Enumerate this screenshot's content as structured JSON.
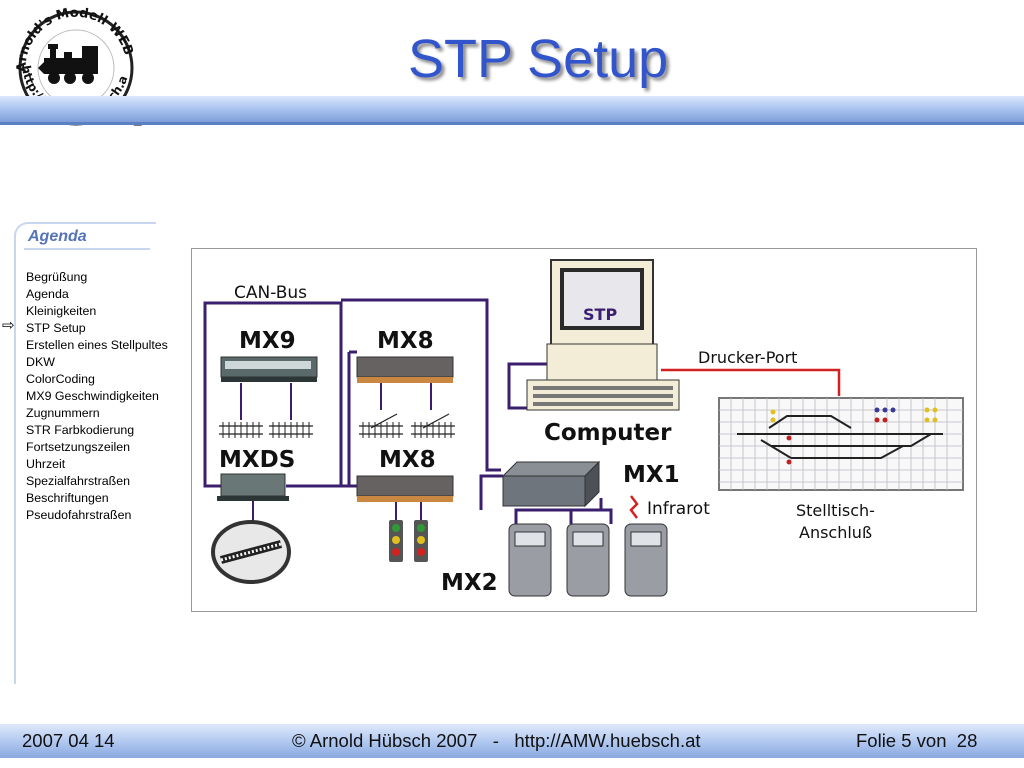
{
  "slide": {
    "title": "STP Setup"
  },
  "logo": {
    "text_top": "Arnold's Modell WEB",
    "text_bottom": "http://AMW.huebsch.at"
  },
  "agenda": {
    "heading": "Agenda",
    "current_marker": "⇨",
    "items": [
      "Begrüßung",
      "Agenda",
      "Kleinigkeiten",
      "STP Setup",
      "Erstellen eines Stellpultes",
      "DKW",
      "ColorCoding",
      "MX9 Geschwindigkeiten",
      "Zugnummern",
      "STR  Farbkodierung",
      "Fortsetzungszeilen",
      "Uhrzeit",
      "Spezialfahrstraßen",
      "Beschriftungen",
      "Pseudofahrstraßen"
    ]
  },
  "diagram": {
    "labels": {
      "can_bus": "CAN-Bus",
      "mx9": "MX9",
      "mx8_top": "MX8",
      "mxds": "MXDS",
      "mx8_bottom": "MX8",
      "computer": "Computer",
      "printer_port": "Drucker-Port",
      "mx1": "MX1",
      "infrared": "Infrarot",
      "mx2": "MX2",
      "panel_line1": "Stelltisch-",
      "panel_line2": "Anschluß",
      "monitor_logo": "STP"
    },
    "colors": {
      "bus": "#3b1f6e",
      "printer_line": "#d42020",
      "panel_grid": "#9a9aa8"
    }
  },
  "footer": {
    "date": "2007 04 14",
    "copyright": "© Arnold Hübsch 2007   -   http://AMW.huebsch.at",
    "slide_counter": "Folie 5 von  28"
  }
}
